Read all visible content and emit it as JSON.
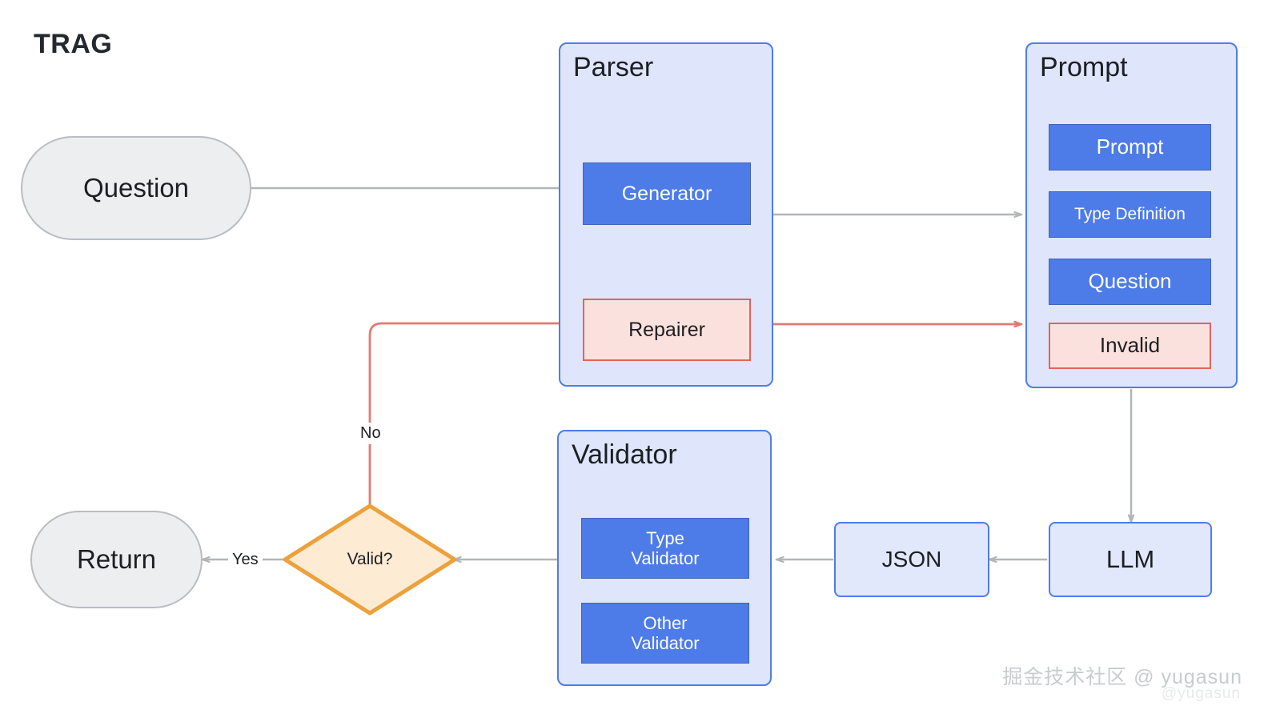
{
  "diagram": {
    "title": "TRAG",
    "watermark": {
      "main": "掘金技术社区 @ yugasun",
      "sub": "@yugasun"
    },
    "colors": {
      "group_fill": "#dfe6fb",
      "group_border": "#4f7bec",
      "node_blue": "#4d7be8",
      "node_pink_fill": "#fbe1dd",
      "node_pink_border": "#e0655c",
      "terminal_fill": "#eceef0",
      "terminal_border": "#b9bdc2",
      "decision_fill": "#fdebd4",
      "decision_border": "#eda13b",
      "edge_gray": "#b3b6b9",
      "edge_red": "#e07b72",
      "text_dark": "#1c1f23",
      "text_light": "#ffffff"
    }
  },
  "terminals": {
    "question": "Question",
    "return": "Return"
  },
  "groups": {
    "parser": {
      "title": "Parser",
      "nodes": [
        {
          "label": "Generator",
          "style": "blue"
        },
        {
          "label": "Repairer",
          "style": "pink"
        }
      ]
    },
    "prompt": {
      "title": "Prompt",
      "nodes": [
        {
          "label": "Prompt",
          "style": "blue"
        },
        {
          "label": "Type Definition",
          "style": "blue"
        },
        {
          "label": "Question",
          "style": "blue"
        },
        {
          "label": "Invalid",
          "style": "pink"
        }
      ]
    },
    "validator": {
      "title": "Validator",
      "nodes": [
        {
          "label_line1": "Type",
          "label_line2": "Validator",
          "style": "blue"
        },
        {
          "label_line1": "Other",
          "label_line2": "Validator",
          "style": "blue"
        }
      ]
    }
  },
  "boxes": {
    "llm": "LLM",
    "json": "JSON"
  },
  "decision": {
    "label": "Valid?"
  },
  "edge_labels": {
    "yes": "Yes",
    "no": "No"
  }
}
